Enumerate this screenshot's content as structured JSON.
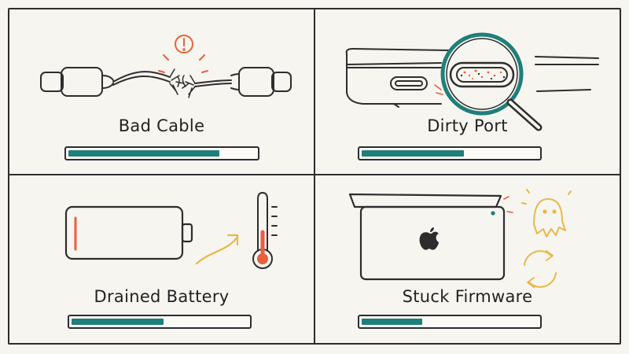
{
  "colors": {
    "ink": "#2d2d2d",
    "teal": "#1f7f7a",
    "alert": "#e8603c",
    "amber": "#e8b84a",
    "paper": "#f7f5f0"
  },
  "panels": [
    {
      "label": "Bad Cable",
      "progress": 0.82,
      "icons": [
        "usb-c-cable-icon",
        "fray-icon",
        "alert-icon"
      ]
    },
    {
      "label": "Dirty Port",
      "progress": 0.59,
      "icons": [
        "laptop-icon",
        "usb-c-port-icon",
        "magnifier-icon"
      ]
    },
    {
      "label": "Drained Battery",
      "progress": 0.53,
      "icons": [
        "battery-icon",
        "arrow-icon",
        "thermometer-icon"
      ]
    },
    {
      "label": "Stuck Firmware",
      "progress": 0.35,
      "icons": [
        "laptop-icon",
        "apple-logo-icon",
        "ghost-icon",
        "refresh-icon"
      ]
    }
  ]
}
